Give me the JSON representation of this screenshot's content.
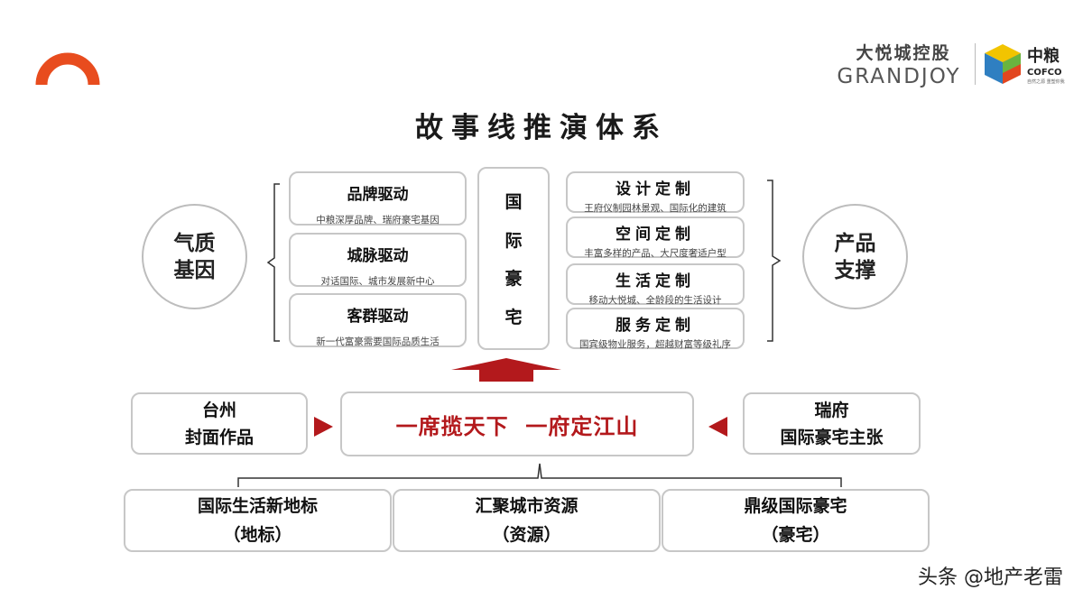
{
  "brand": {
    "grandjoy_cn": "大悦城控股",
    "grandjoy_en": "GRANDJOY",
    "cofco_cn": "中粮",
    "cofco_en": "COFCO",
    "cofco_tagline": "自然之源 重塑你我",
    "accent_color": "#e84c1e"
  },
  "title": "故事线推演体系",
  "left_circle": {
    "line1": "气质",
    "line2": "基因"
  },
  "right_circle": {
    "line1": "产品",
    "line2": "支撑"
  },
  "drivers": [
    {
      "title": "品牌驱动",
      "desc": "中粮深厚品牌、瑞府豪宅基因"
    },
    {
      "title": "城脉驱动",
      "desc": "对话国际、城市发展新中心"
    },
    {
      "title": "客群驱动",
      "desc": "新一代富豪需要国际品质生活"
    }
  ],
  "center_column": [
    "国",
    "际",
    "豪",
    "宅"
  ],
  "customizations": [
    {
      "title": "设计定制",
      "desc": "王府仪制园林景观、国际化的建筑"
    },
    {
      "title": "空间定制",
      "desc": "丰富多样的产品、大尺度奢适户型"
    },
    {
      "title": "生活定制",
      "desc": "移动大悦城、全龄段的生活设计"
    },
    {
      "title": "服务定制",
      "desc": "国宾级物业服务，超越财富等级礼序"
    }
  ],
  "middle_left": {
    "line1": "台州",
    "line2": "封面作品"
  },
  "slogan": "一席揽天下  一府定江山",
  "middle_right": {
    "line1": "瑞府",
    "line2": "国际豪宅主张"
  },
  "bottom": [
    {
      "line1": "国际生活新地标",
      "line2": "（地标）"
    },
    {
      "line1": "汇聚城市资源",
      "line2": "（资源）"
    },
    {
      "line1": "鼎级国际豪宅",
      "line2": "（豪宅）"
    }
  ],
  "watermark": "头条 @地产老雷",
  "colors": {
    "arrow_red": "#b3191c",
    "border_gray": "#c7c7c7"
  }
}
